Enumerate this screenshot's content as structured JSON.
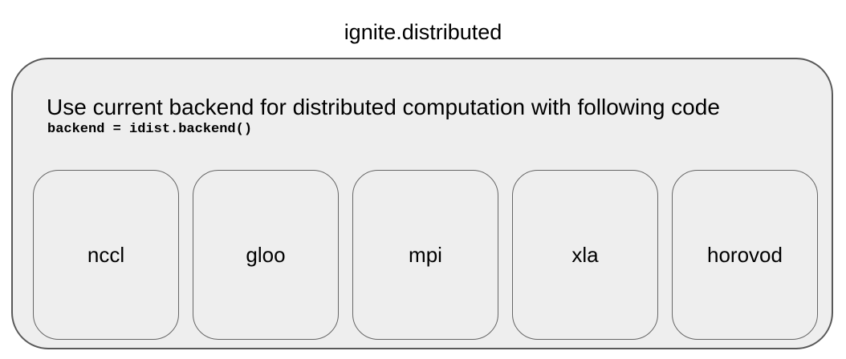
{
  "title": "ignite.distributed",
  "panel": {
    "description": "Use current backend for distributed computation with following code",
    "code": "backend = idist.backend()",
    "backends": [
      {
        "label": "nccl"
      },
      {
        "label": "gloo"
      },
      {
        "label": "mpi"
      },
      {
        "label": "xla"
      },
      {
        "label": "horovod"
      }
    ]
  },
  "colors": {
    "background": "#ffffff",
    "panel_fill": "#eeeeee",
    "panel_border": "#595959",
    "box_fill": "#eeeeee",
    "box_border": "#666666",
    "text": "#000000"
  }
}
